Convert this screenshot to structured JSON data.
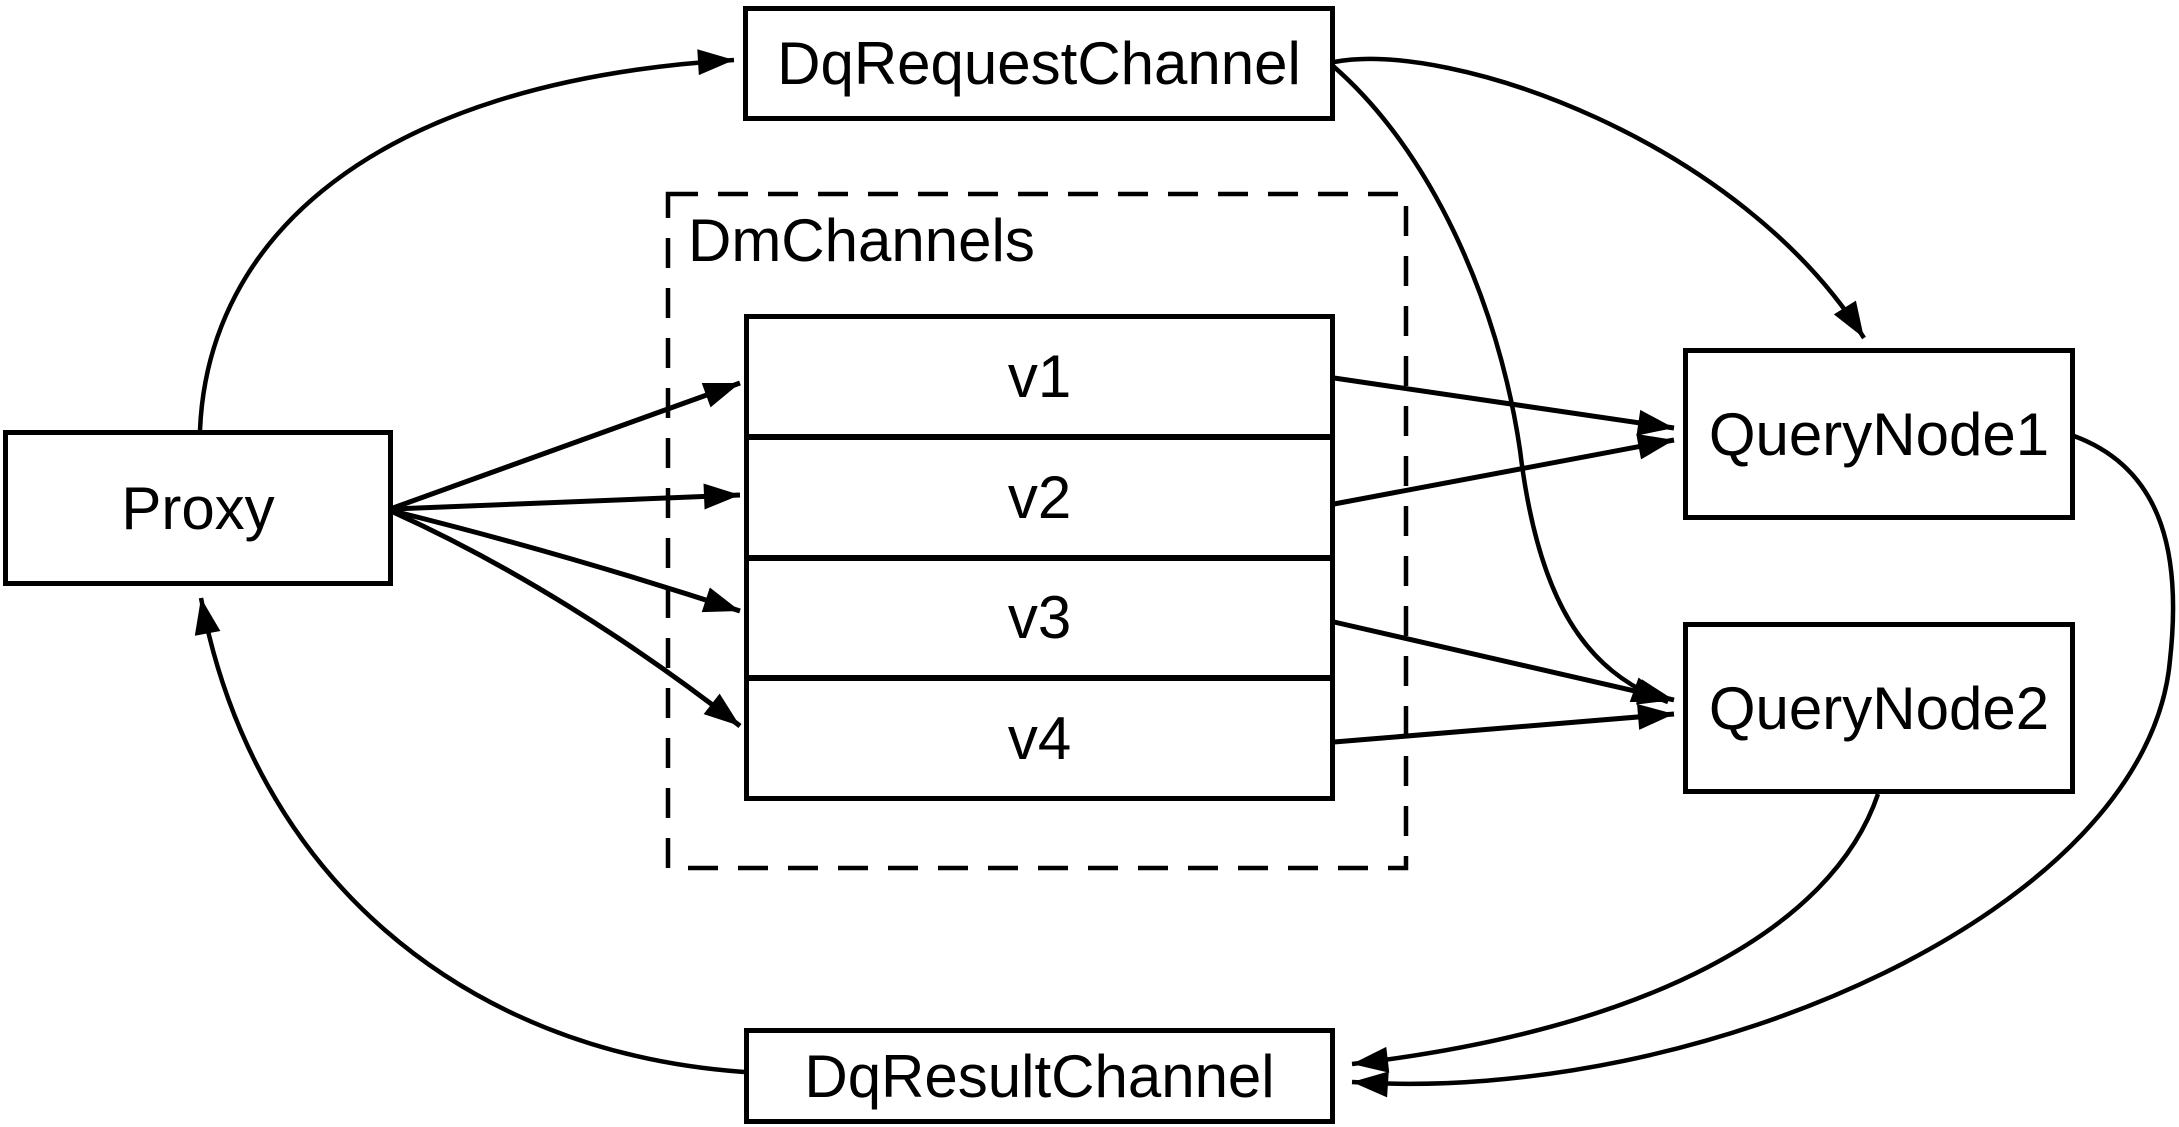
{
  "diagram": {
    "type": "flow-diagram",
    "background": "#ffffff",
    "stroke_color": "#000000",
    "nodes": {
      "proxy": {
        "label": "Proxy"
      },
      "dq_request_channel": {
        "label": "DqRequestChannel"
      },
      "dm_channels_group": {
        "label": "DmChannels"
      },
      "channels": [
        {
          "label": "v1"
        },
        {
          "label": "v2"
        },
        {
          "label": "v3"
        },
        {
          "label": "v4"
        }
      ],
      "query_node_1": {
        "label": "QueryNode1"
      },
      "query_node_2": {
        "label": "QueryNode2"
      },
      "dq_result_channel": {
        "label": "DqResultChannel"
      }
    },
    "edges": [
      {
        "from": "Proxy",
        "to": "DqRequestChannel"
      },
      {
        "from": "Proxy",
        "to": "v1"
      },
      {
        "from": "Proxy",
        "to": "v2"
      },
      {
        "from": "Proxy",
        "to": "v3"
      },
      {
        "from": "Proxy",
        "to": "v4"
      },
      {
        "from": "v1",
        "to": "QueryNode1"
      },
      {
        "from": "v2",
        "to": "QueryNode1"
      },
      {
        "from": "v3",
        "to": "QueryNode2"
      },
      {
        "from": "v4",
        "to": "QueryNode2"
      },
      {
        "from": "DqRequestChannel",
        "to": "QueryNode1"
      },
      {
        "from": "DqRequestChannel",
        "to": "QueryNode2"
      },
      {
        "from": "QueryNode1",
        "to": "DqResultChannel"
      },
      {
        "from": "QueryNode2",
        "to": "DqResultChannel"
      },
      {
        "from": "DqResultChannel",
        "to": "Proxy"
      }
    ]
  }
}
